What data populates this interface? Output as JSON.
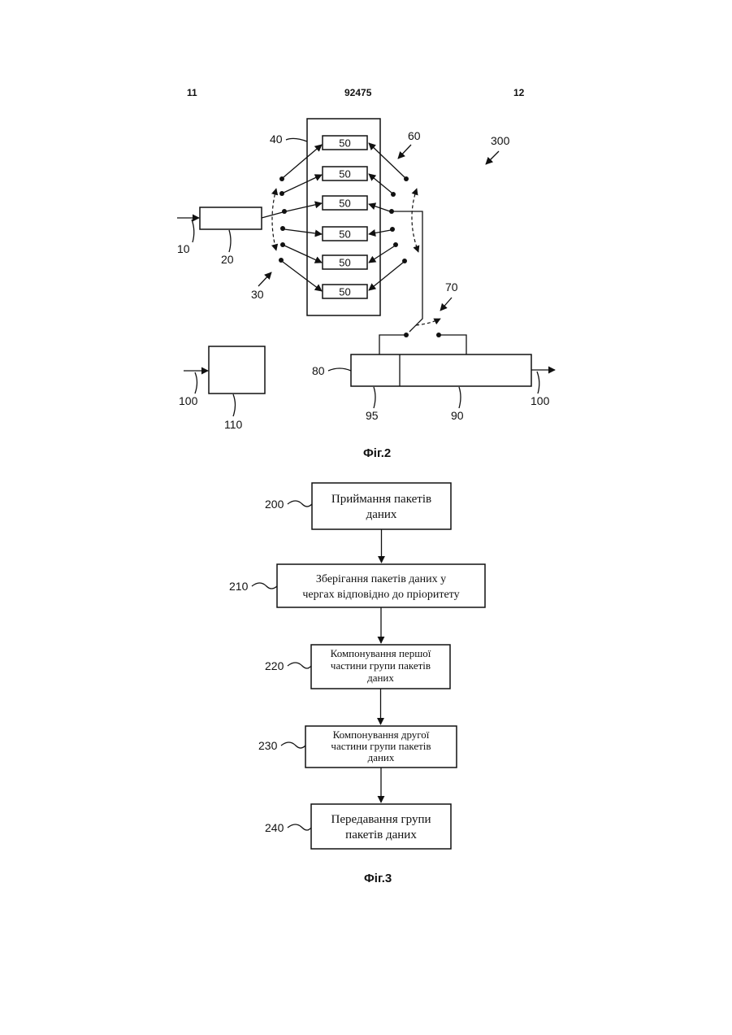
{
  "header": {
    "left_page": "11",
    "doc_number": "92475",
    "right_page": "12"
  },
  "fig2": {
    "caption": "Фіг.2",
    "queue_label": "50",
    "refs": {
      "r10": "10",
      "r20": "20",
      "r30": "30",
      "r40": "40",
      "r60": "60",
      "r300": "300",
      "r70": "70",
      "r80": "80",
      "r95": "95",
      "r90": "90",
      "r100_left": "100",
      "r100_right": "100",
      "r110": "110"
    }
  },
  "fig3": {
    "caption": "Фіг.3",
    "steps": [
      {
        "ref": "200",
        "lines": [
          "Приймання пакетів",
          "даних"
        ]
      },
      {
        "ref": "210",
        "lines": [
          "Зберігання пакетів даних у",
          "чергах відповідно до пріоритету"
        ]
      },
      {
        "ref": "220",
        "lines": [
          "Компонування першої",
          "частини групи пакетів",
          "даних"
        ]
      },
      {
        "ref": "230",
        "lines": [
          "Компонування другої",
          "частини групи пакетів",
          "даних"
        ]
      },
      {
        "ref": "240",
        "lines": [
          "Передавання групи",
          "пакетів даних"
        ]
      }
    ]
  }
}
